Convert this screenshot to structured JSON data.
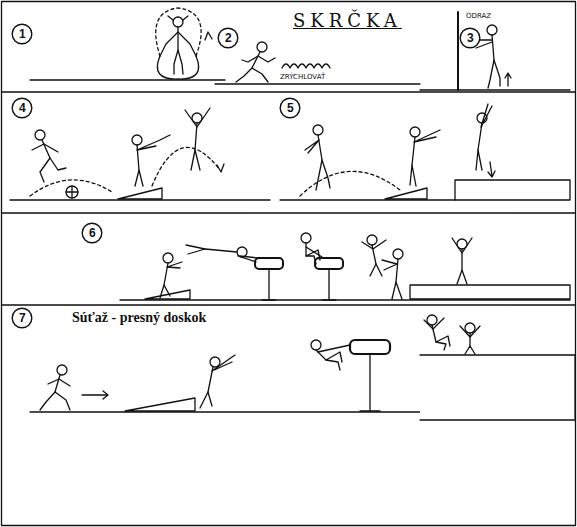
{
  "diagram": {
    "title": "SKRČKA",
    "nodes": [
      {
        "text": [
          "1"
        ]
      },
      {
        "text": [
          "2"
        ]
      },
      {
        "text": [
          "3"
        ]
      },
      {
        "text": [
          "4"
        ]
      },
      {
        "text": [
          "5"
        ]
      },
      {
        "text": [
          "6"
        ]
      },
      {
        "text": [
          "7"
        ]
      }
    ],
    "labels": [
      "ZRÝCHLOVAŤ",
      "ODRAZ",
      "Súťaž - presný doskok"
    ]
  }
}
